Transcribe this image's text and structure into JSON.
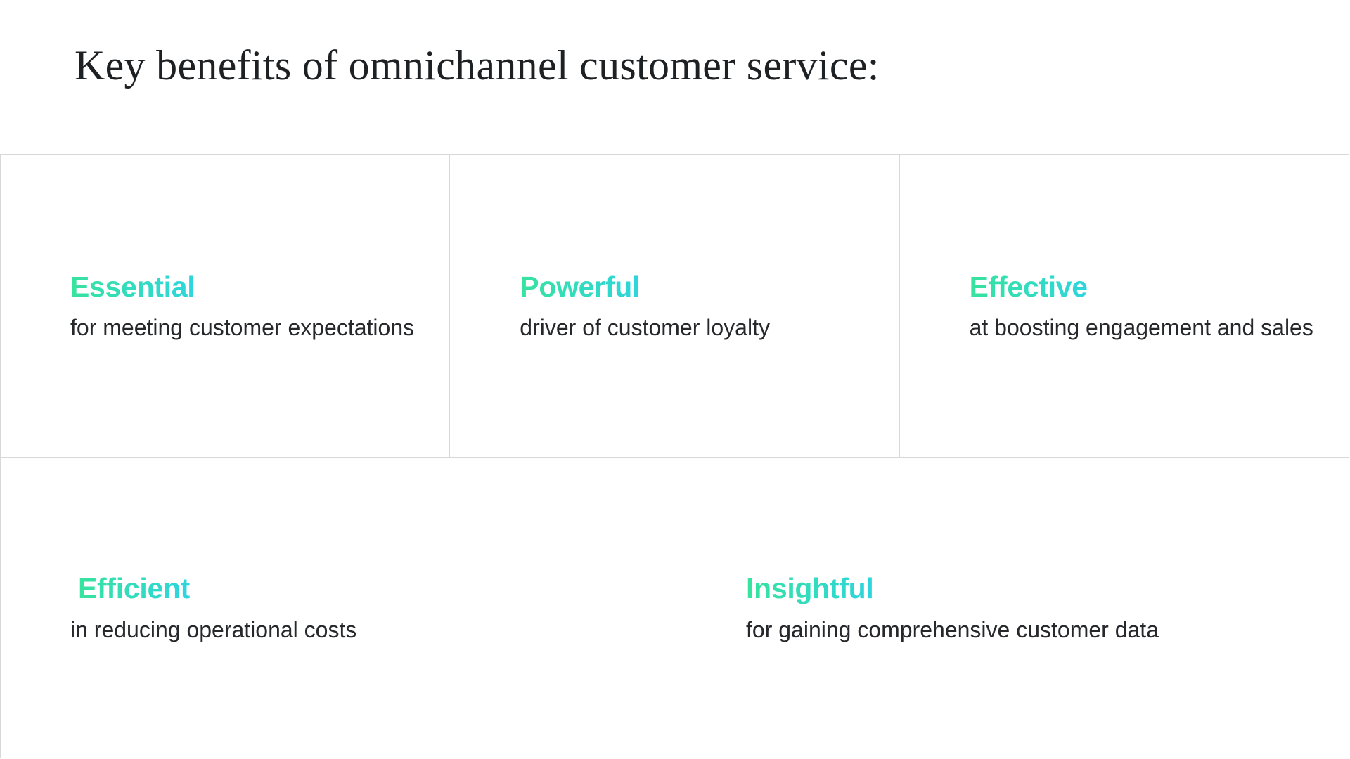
{
  "page_title": "Key benefits of omnichannel customer service:",
  "theme": {
    "background_color": "#ffffff",
    "grid_border_color": "#d8d8d8",
    "title_color": "#1e2124",
    "description_color": "#26282b",
    "accent_gradient_start": "#38e29e",
    "accent_gradient_end": "#2dd5de"
  },
  "cards": [
    {
      "title": "Essential",
      "description": "for meeting customer expectations"
    },
    {
      "title": "Powerful",
      "description": "driver of customer loyalty"
    },
    {
      "title": "Effective",
      "description": "at boosting engagement and sales"
    },
    {
      "title": "Efficient",
      "description": "in reducing operational costs"
    },
    {
      "title": "Insightful",
      "description": "for gaining comprehensive customer data"
    }
  ]
}
